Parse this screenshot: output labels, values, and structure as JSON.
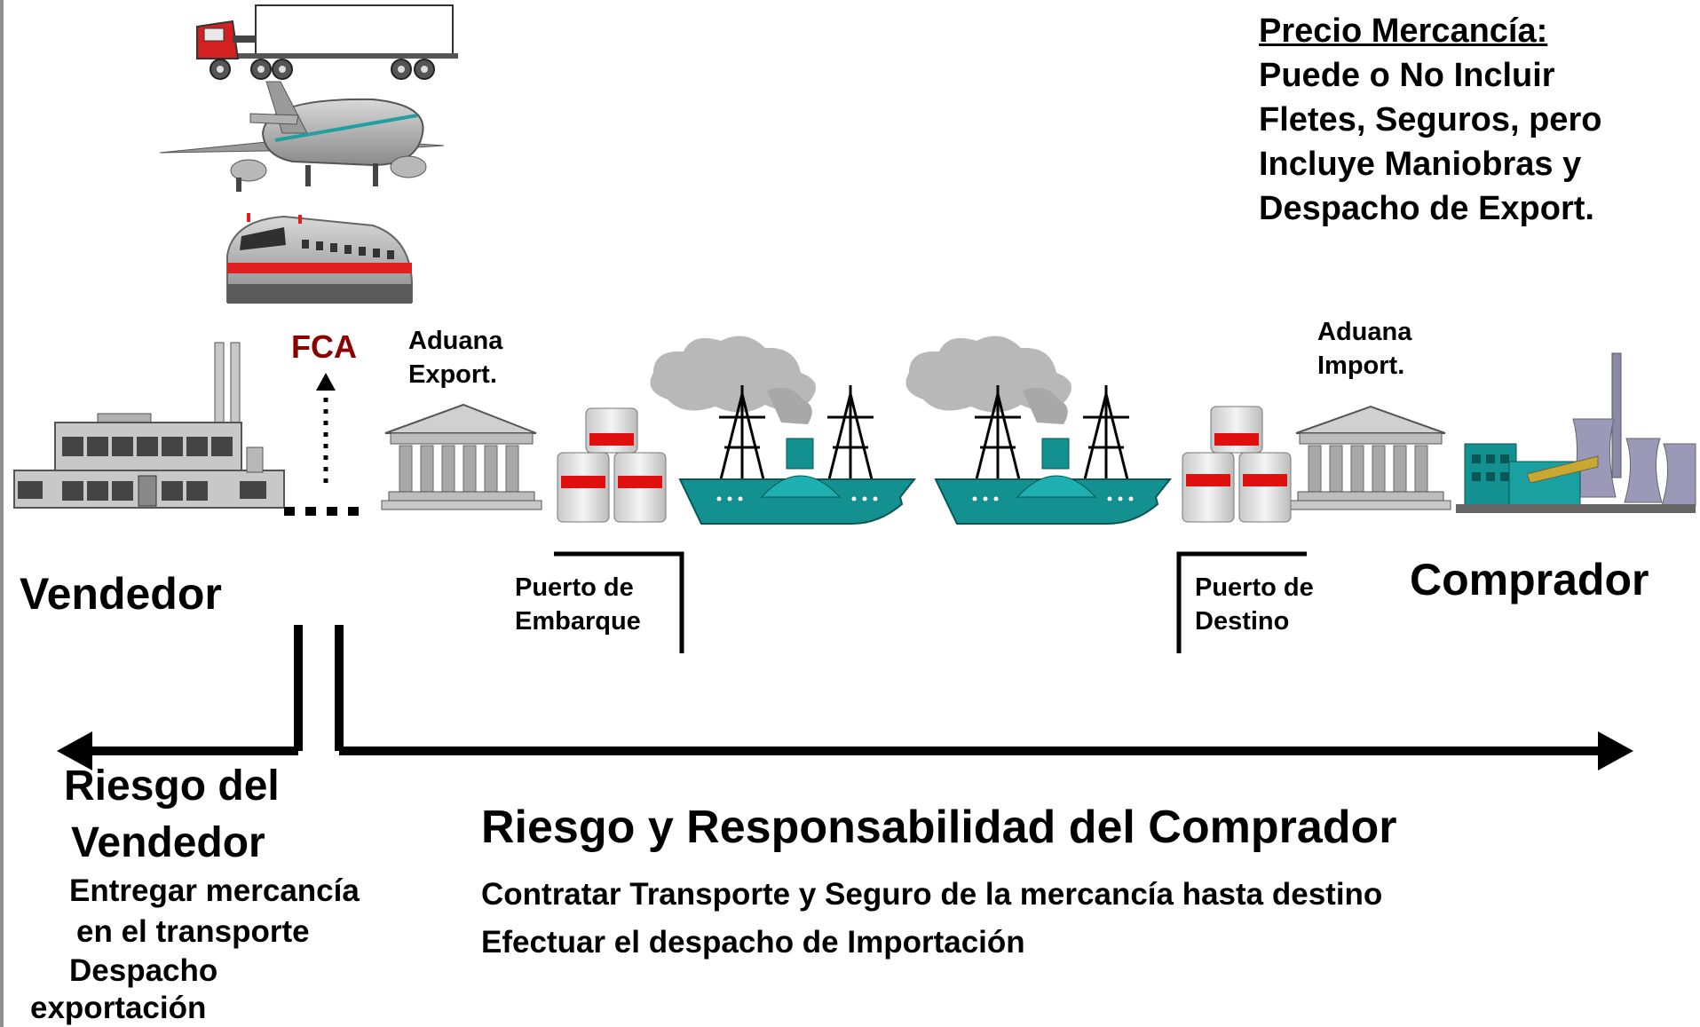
{
  "price_note": {
    "title": "Precio Mercancía:",
    "lines": [
      "Puede o No Incluir",
      "Fletes, Seguros, pero",
      "Incluye Maniobras y",
      "Despacho de Export."
    ]
  },
  "term": {
    "label": "FCA",
    "color": "#8b0000"
  },
  "aduana_export": [
    "Aduana",
    "Export."
  ],
  "aduana_import": [
    "Aduana",
    "Import."
  ],
  "puerto_embarque": [
    "Puerto de",
    "Embarque"
  ],
  "puerto_destino": [
    "Puerto de",
    "Destino"
  ],
  "vendedor": "Vendedor",
  "comprador": "Comprador",
  "seller_risk": {
    "title_lines": [
      "Riesgo del",
      "Vendedor"
    ],
    "duties": [
      "Entregar mercancía",
      "en el transporte",
      "Despacho",
      "exportación"
    ]
  },
  "buyer_risk": {
    "title": "Riesgo y Responsabilidad del Comprador",
    "duties": [
      "Contratar Transporte y Seguro de la mercancía hasta destino",
      "Efectuar el despacho de Importación"
    ]
  },
  "colors": {
    "ship": "#139090",
    "stripe": "#e01010",
    "smoke": "#b8b8b8",
    "grey": "#a8a8a8"
  },
  "icons": [
    "truck-icon",
    "airplane-icon",
    "train-icon",
    "factory-icon",
    "customs-building-icon",
    "container-stack-icon",
    "steamship-icon",
    "power-plant-icon",
    "arrow-up-icon",
    "arrow-left-icon",
    "arrow-right-icon"
  ]
}
